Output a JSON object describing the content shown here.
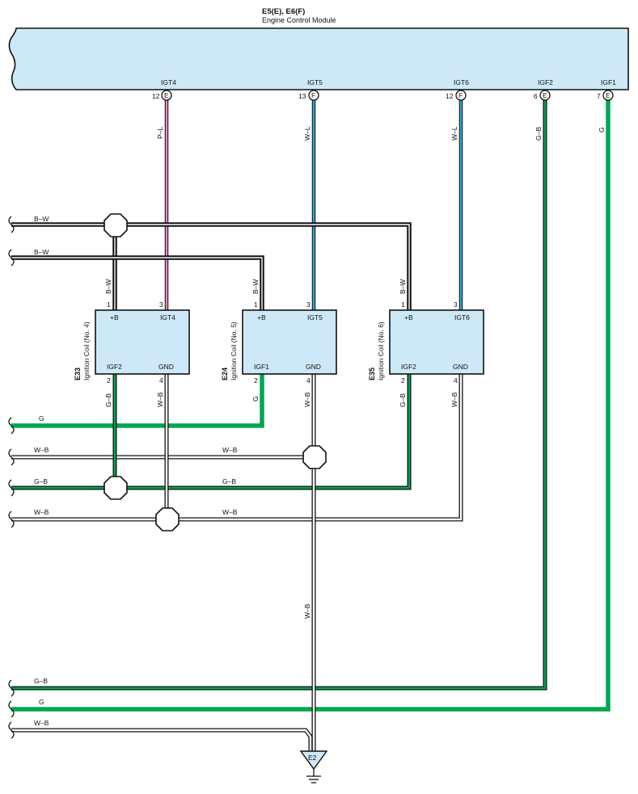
{
  "ecm": {
    "code": "E5(E), E6(F)",
    "name": "Engine Control Module",
    "pins": [
      {
        "label": "IGT4",
        "num": "12",
        "conn": "E"
      },
      {
        "label": "IGT5",
        "num": "13",
        "conn": "F"
      },
      {
        "label": "IGT6",
        "num": "12",
        "conn": "F"
      },
      {
        "label": "IGF2",
        "num": "6",
        "conn": "E"
      },
      {
        "label": "IGF1",
        "num": "7",
        "conn": "E"
      }
    ]
  },
  "ecm_wires": [
    "P–L",
    "W–L",
    "W–L",
    "G–B",
    "G"
  ],
  "coils": [
    {
      "code": "E33",
      "name": "Ignition Coil (No. 4)",
      "bplus": "+B",
      "igt": "IGT4",
      "igf": "IGF2",
      "gnd": "GND",
      "pin_b": "1",
      "pin_igt": "3",
      "pin_igf": "2",
      "pin_gnd": "4",
      "wire_b": "B–W",
      "wire_igf": "G–B",
      "wire_gnd": "W–B"
    },
    {
      "code": "E24",
      "name": "Ignition Coil (No. 5)",
      "bplus": "+B",
      "igt": "IGT5",
      "igf": "IGF1",
      "gnd": "GND",
      "pin_b": "1",
      "pin_igt": "3",
      "pin_igf": "2",
      "pin_gnd": "4",
      "wire_b": "B–W",
      "wire_igf": "G",
      "wire_gnd": "W–B"
    },
    {
      "code": "E35",
      "name": "Ignition Coil (No. 6)",
      "bplus": "+B",
      "igt": "IGT6",
      "igf": "IGF2",
      "gnd": "GND",
      "pin_b": "1",
      "pin_igt": "3",
      "pin_igf": "2",
      "pin_gnd": "4",
      "wire_b": "B–W",
      "wire_igf": "G–B",
      "wire_gnd": "W–B"
    }
  ],
  "side_wires": {
    "bw1": "B–W",
    "bw2": "B–W",
    "g": "G",
    "wb1": "W–B",
    "wb1_mid": "W–B",
    "gb1": "G–B",
    "gb1_mid": "G–B",
    "wb2": "W–B",
    "wb2_mid": "W–B",
    "ground_wire": "W–B",
    "gb_bottom": "G–B",
    "g_bottom": "G",
    "wb_bottom": "W–B"
  },
  "ground": {
    "label": "E2"
  },
  "colors": {
    "module_fill": "#cde9f7",
    "green": "#00a651",
    "pink": "#e889c4",
    "blue": "#29a8e0",
    "black": "#111111",
    "gray": "#b0b0b0"
  }
}
